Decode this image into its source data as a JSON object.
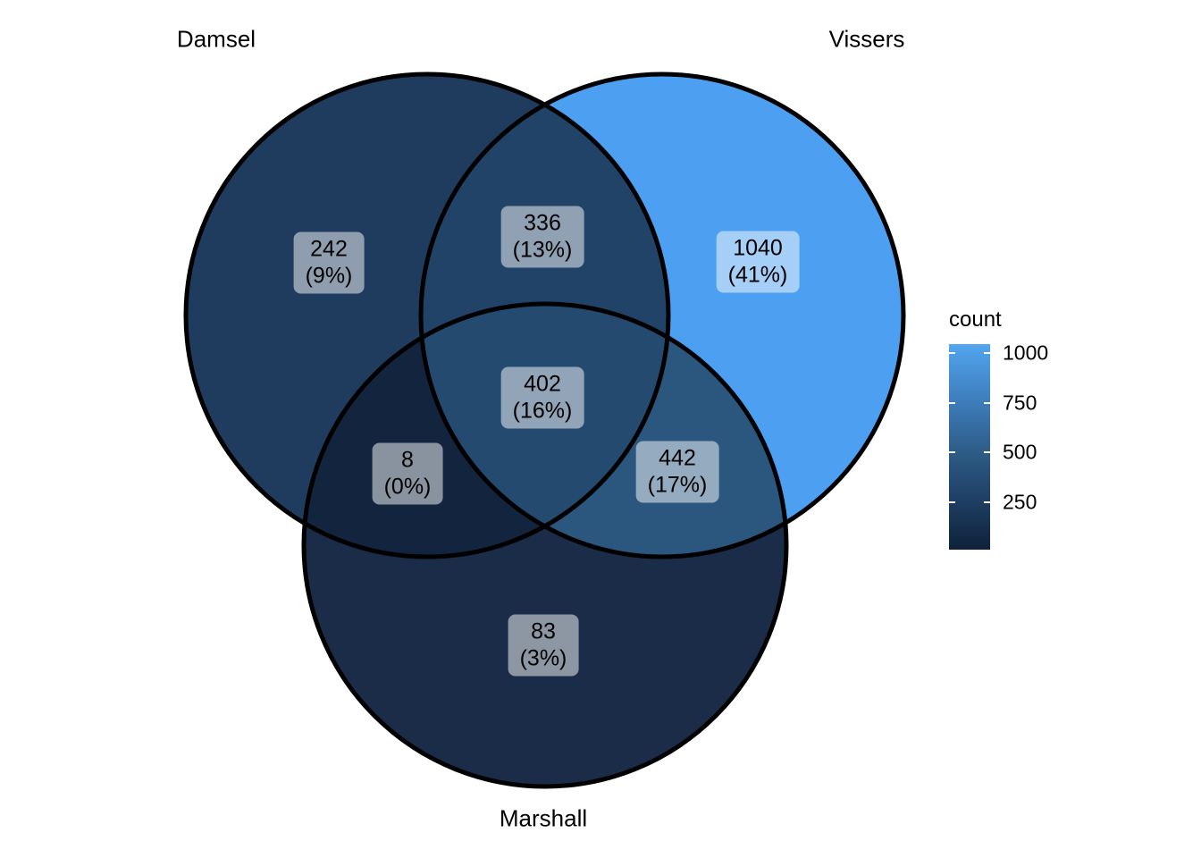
{
  "figure": {
    "background_color": "#ffffff",
    "outline_color": "#000000",
    "label_box_color": "rgba(255,255,255,0.5)"
  },
  "chart_data": {
    "type": "venn",
    "title": "",
    "sets": [
      {
        "name": "Damsel"
      },
      {
        "name": "Vissers"
      },
      {
        "name": "Marshall"
      }
    ],
    "regions": [
      {
        "sets": [
          "Damsel"
        ],
        "count": 242,
        "pct": 9,
        "label": "242",
        "pct_label": "(9%)",
        "color": "#1f3c5f"
      },
      {
        "sets": [
          "Vissers"
        ],
        "count": 1040,
        "pct": 41,
        "label": "1040",
        "pct_label": "(41%)",
        "color": "#4c9ff1"
      },
      {
        "sets": [
          "Marshall"
        ],
        "count": 83,
        "pct": 3,
        "label": "83",
        "pct_label": "(3%)",
        "color": "#1a2c47"
      },
      {
        "sets": [
          "Damsel",
          "Vissers"
        ],
        "count": 336,
        "pct": 13,
        "label": "336",
        "pct_label": "(13%)",
        "color": "#214368"
      },
      {
        "sets": [
          "Damsel",
          "Marshall"
        ],
        "count": 8,
        "pct": 0,
        "label": "8",
        "pct_label": "(0%)",
        "color": "#13243f"
      },
      {
        "sets": [
          "Vissers",
          "Marshall"
        ],
        "count": 442,
        "pct": 17,
        "label": "442",
        "pct_label": "(17%)",
        "color": "#2b567e"
      },
      {
        "sets": [
          "Damsel",
          "Vissers",
          "Marshall"
        ],
        "count": 402,
        "pct": 16,
        "label": "402",
        "pct_label": "(16%)",
        "color": "#254a70"
      }
    ],
    "legend": {
      "title": "count",
      "ticks": [
        "1000",
        "750",
        "500",
        "250"
      ],
      "min": 8,
      "max": 1040,
      "gradient_stops": [
        {
          "offset": 0,
          "color": "#0e2138"
        },
        {
          "offset": 23.5,
          "color": "#1f3e63"
        },
        {
          "offset": 47.5,
          "color": "#2e5c86"
        },
        {
          "offset": 71.6,
          "color": "#3d7cba"
        },
        {
          "offset": 95.7,
          "color": "#4f9fe6"
        },
        {
          "offset": 100,
          "color": "#55a7f2"
        }
      ]
    }
  }
}
